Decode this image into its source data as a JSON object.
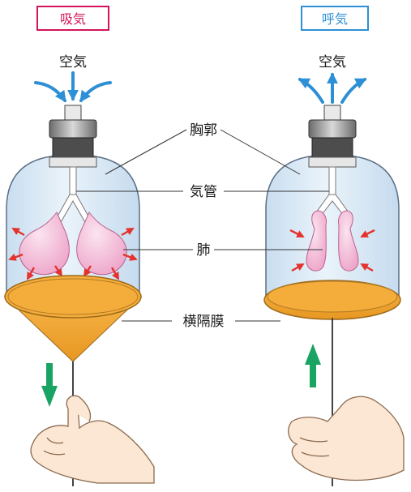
{
  "inhale": {
    "title": "吸気",
    "title_color": "#d4145a",
    "air_label": "空気",
    "air_arrow_color": "#2d8fd5"
  },
  "exhale": {
    "title": "呼気",
    "title_color": "#2d8fd5",
    "air_label": "空気",
    "air_arrow_color": "#2d8fd5"
  },
  "labels": {
    "chest": "胸郭",
    "trachea": "気管",
    "lung": "肺",
    "diaphragm": "横隔膜"
  },
  "colors": {
    "jar_fill": "#dbeaf5",
    "jar_stroke": "#5b6f85",
    "lung_fill": "#f4c2dc",
    "force_arrow": "#e5322d",
    "diaphragm_fill": "#f2a330",
    "move_arrow": "#1aa463"
  }
}
